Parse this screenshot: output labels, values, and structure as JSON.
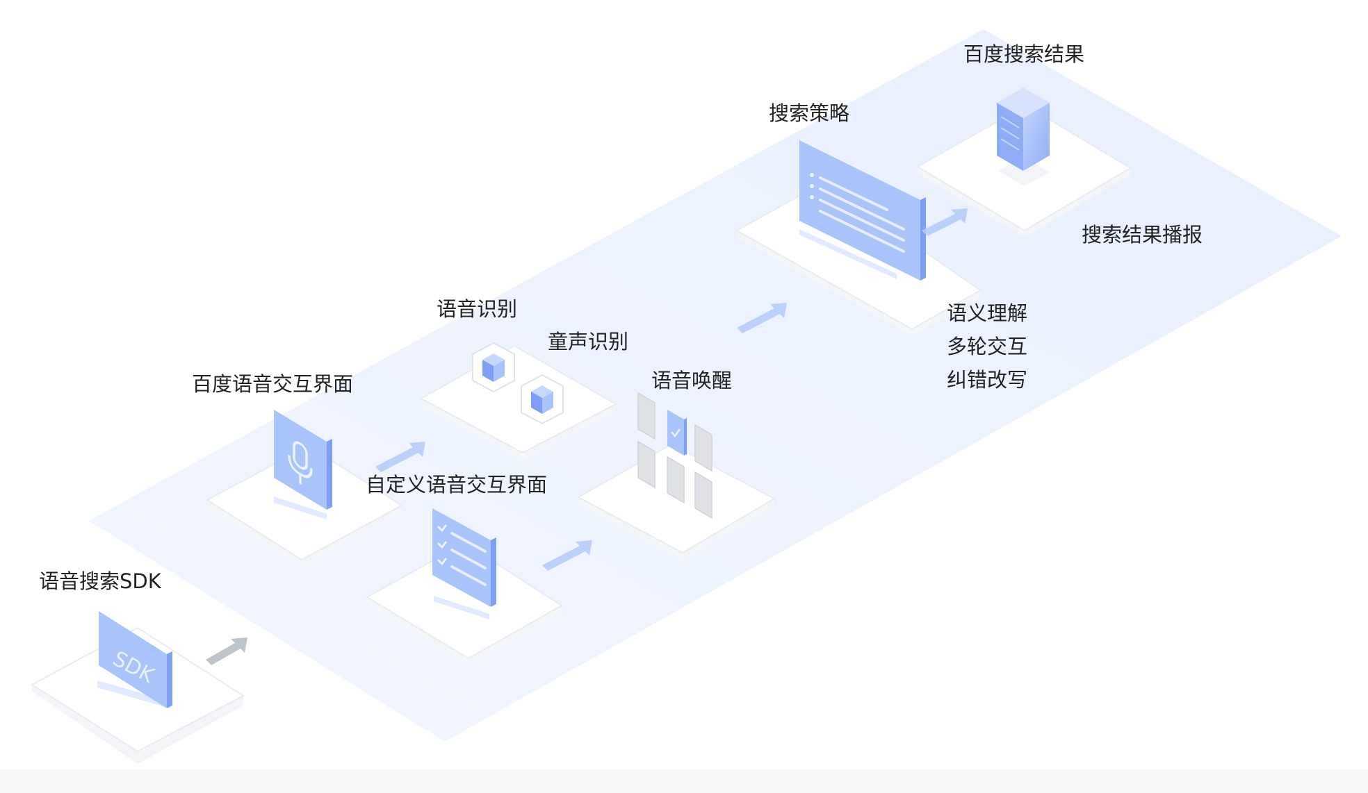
{
  "labels": {
    "sdk": "语音搜索SDK",
    "baidu_ui": "百度语音交互界面",
    "custom_ui": "自定义语音交互界面",
    "asr": "语音识别",
    "child_asr": "童声识别",
    "wakeup": "语音唤醒",
    "strategy": "搜索策略",
    "nlu": "语义理解",
    "multi_turn": "多轮交互",
    "correction": "纠错改写",
    "results": "百度搜索结果",
    "broadcast": "搜索结果播报"
  },
  "sdk_badge": "SDK",
  "icons": {
    "mic": "microphone-icon",
    "checklist": "checklist-icon",
    "cube": "cube-icon",
    "server": "server-icon",
    "arrow": "arrow-icon"
  },
  "colors": {
    "background_plane": "#eef3fe",
    "device_face": "#a9c3fb",
    "device_edge": "#7f9ff2",
    "arrow": "#b6ccfa",
    "label": "#222222"
  }
}
